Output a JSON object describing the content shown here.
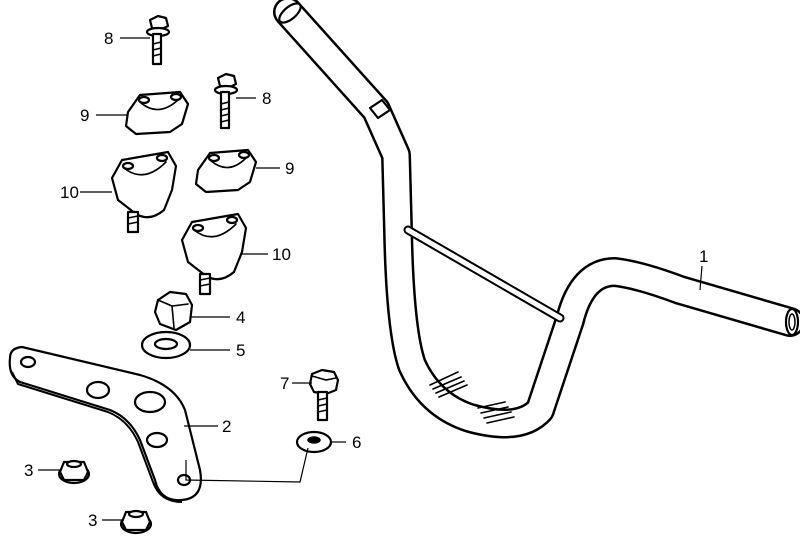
{
  "diagram": {
    "callouts": {
      "c1": "1",
      "c2": "2",
      "c3a": "3",
      "c3b": "3",
      "c4": "4",
      "c5": "5",
      "c6": "6",
      "c7": "7",
      "c8a": "8",
      "c8b": "8",
      "c9a": "9",
      "c9b": "9",
      "c10a": "10",
      "c10b": "10"
    },
    "colors": {
      "line": "#000000",
      "background": "#ffffff"
    }
  }
}
